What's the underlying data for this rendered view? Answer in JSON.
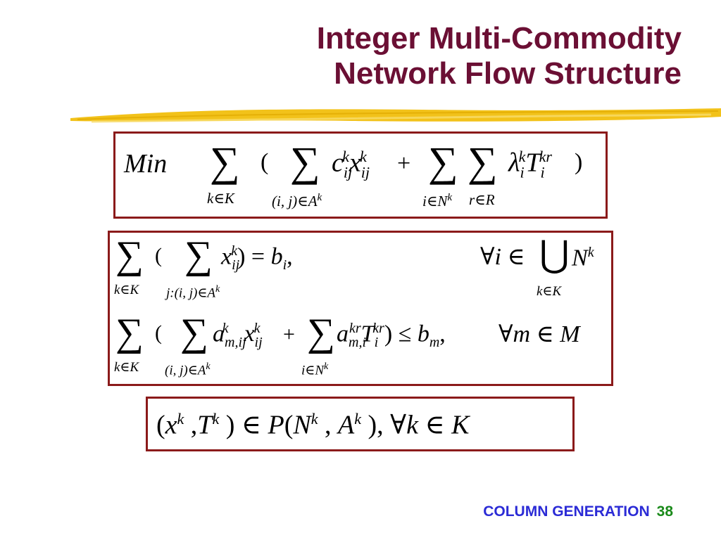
{
  "slide": {
    "title_line1": "Integer Multi-Commodity",
    "title_line2": "Network Flow Structure",
    "footer_text": "COLUMN GENERATION",
    "page_number": "38",
    "colors": {
      "title": "#6b0f34",
      "box_border": "#8b1a1a",
      "footer": "#2b2bd6",
      "page_number": "#1a8a1a",
      "swoosh": "#f2c21a"
    }
  },
  "objective": {
    "min": "Min",
    "sum_index_commodities": "k∈K",
    "sum_index_arcs": "(i, j)∈A",
    "sum_index_arcs_sup": "k",
    "sum_index_nodes": "i∈N",
    "sum_index_nodes_sup": "k",
    "sum_index_resources": "r∈R"
  },
  "constraints": {
    "c1_sum_index": "k∈K",
    "c1_inner_index": "j:(i, j)∈A",
    "c1_inner_index_sup": "k",
    "c1_forall": "∀i ∈",
    "c1_union_index": "k∈K",
    "c2_sum_index": "k∈K",
    "c2_inner_index": "(i, j)∈A",
    "c2_inner_index_sup": "k",
    "c2_node_index": "i∈N",
    "c2_node_index_sup": "k",
    "c2_forall": "∀m ∈ M"
  },
  "domain": {
    "expression": "(x , T ) ∈ P(N , A ),  ∀k ∈ K"
  }
}
